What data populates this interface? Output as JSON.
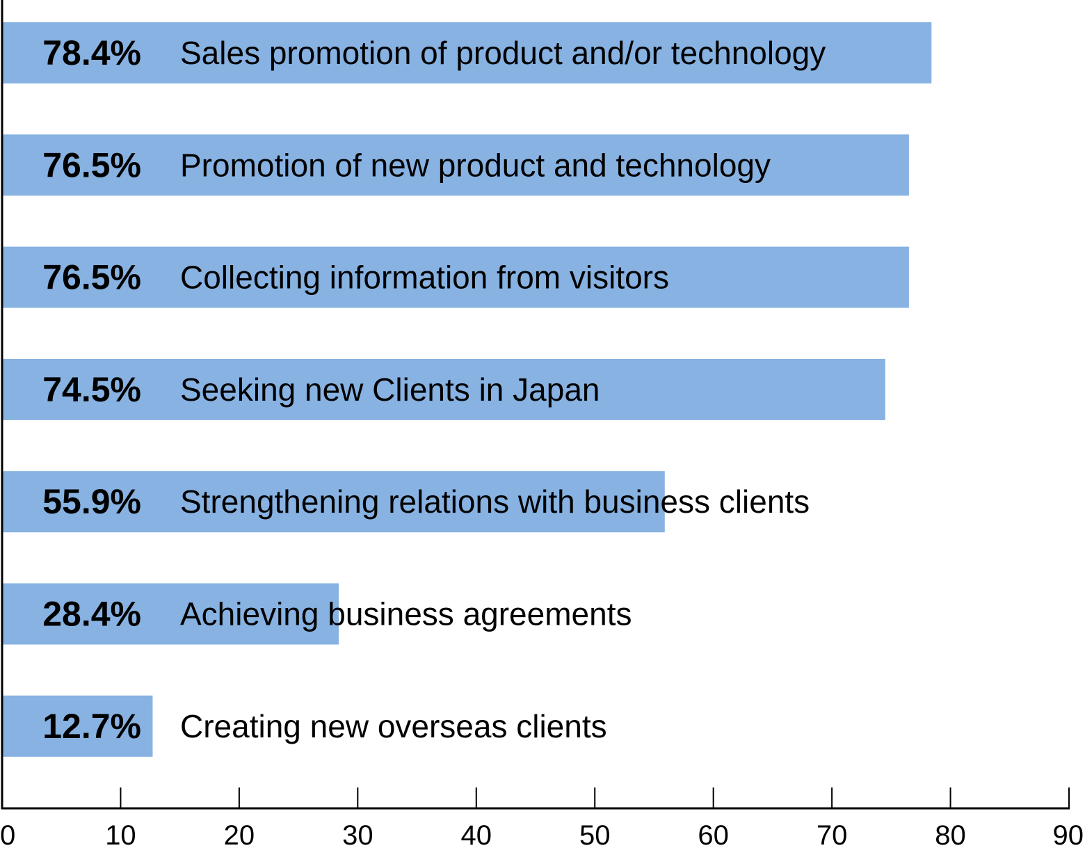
{
  "chart_data": {
    "type": "bar",
    "orientation": "horizontal",
    "categories": [
      "Sales promotion of product and/or technology",
      "Promotion of new product and technology",
      "Collecting information from visitors",
      "Seeking new Clients in Japan",
      "Strengthening relations with business clients",
      "Achieving business agreements",
      "Creating new overseas clients"
    ],
    "values": [
      78.4,
      76.5,
      76.5,
      74.5,
      55.9,
      28.4,
      12.7
    ],
    "value_labels": [
      "78.4%",
      "76.5%",
      "76.5%",
      "74.5%",
      "55.9%",
      "28.4%",
      "12.7%"
    ],
    "xlim": [
      0,
      90
    ],
    "xticks": [
      0,
      10,
      20,
      30,
      40,
      50,
      60,
      70,
      80,
      90
    ],
    "title": "",
    "xlabel": "",
    "ylabel": "",
    "grid": false,
    "colors": {
      "bar": "#87b2e2",
      "axis": "#000000",
      "text": "#000000"
    }
  }
}
